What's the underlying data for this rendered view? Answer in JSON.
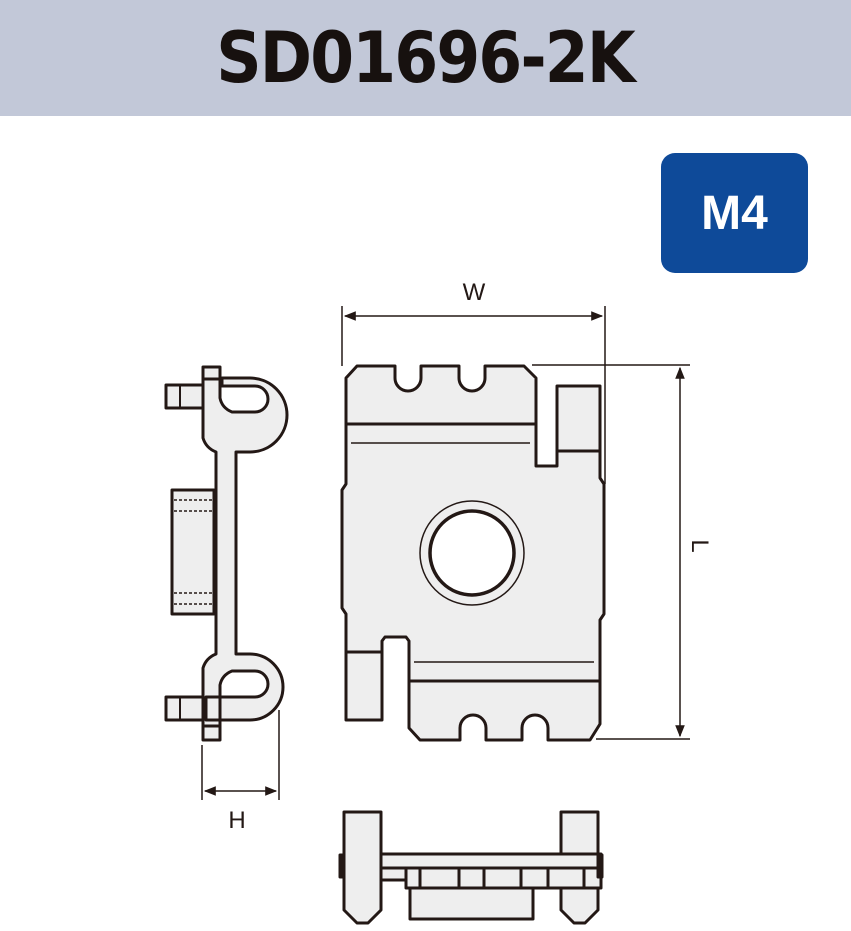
{
  "header": {
    "title": "SD01696-2K"
  },
  "badge": {
    "label": "M4"
  },
  "dimensions": {
    "width_label": "W",
    "length_label": "L",
    "height_label": "H"
  },
  "views": [
    "side-view",
    "front-view",
    "bottom-view"
  ],
  "colors": {
    "header_bg": "#c2c8d8",
    "badge_bg": "#0e4a99",
    "part_fill": "#eeeeee",
    "stroke": "#231815"
  }
}
